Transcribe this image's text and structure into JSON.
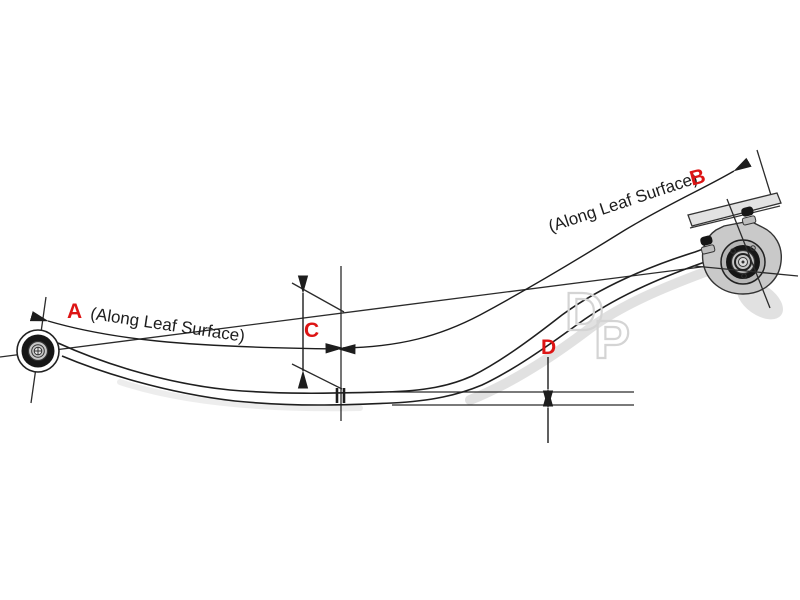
{
  "diagram": {
    "type": "leaf-spring-dimension-drawing",
    "labels": {
      "a": "A",
      "b": "B",
      "c": "C",
      "d": "D"
    },
    "annotations": {
      "along_leaf_surface_left": "(Along Leaf Surface)",
      "along_leaf_surface_right": "(Along Leaf Surface)"
    },
    "watermark": {
      "d": "D",
      "p": "P"
    },
    "colors": {
      "background": "#ffffff",
      "line": "#2b2b2b",
      "label_red": "#dd1414",
      "bracket_gray": "#c9c9c9",
      "bushing_black": "#161616",
      "shadow_gray": "#dcdcdc",
      "watermark_gray": "#d4d4d4"
    }
  }
}
